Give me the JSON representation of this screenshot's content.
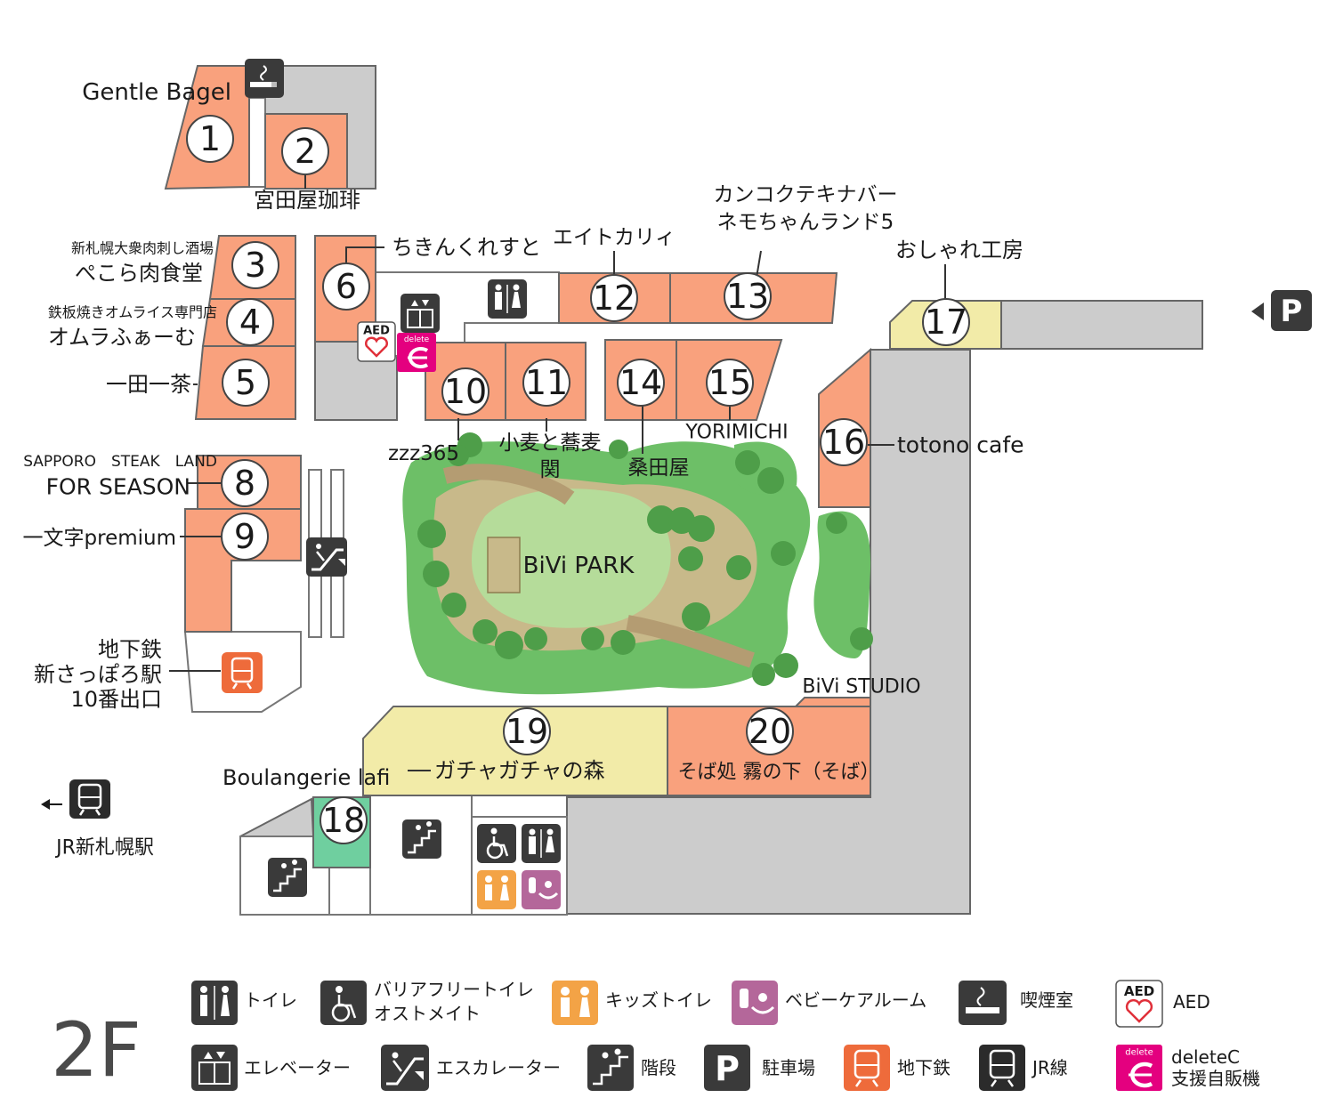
{
  "floor": "2F",
  "park_label": "BiVi PARK",
  "studio_label": "BiVi STUDIO",
  "shops": [
    {
      "num": "1",
      "name": "Gentle Bagel"
    },
    {
      "num": "2",
      "name": "宮田屋珈琲"
    },
    {
      "num": "3",
      "sub": "新札幌大衆肉刺し酒場",
      "name": "ぺこら肉食堂"
    },
    {
      "num": "4",
      "sub": "鉄板焼きオムライス専門店",
      "name": "オムラふぁーむ"
    },
    {
      "num": "5",
      "name": "一田一茶"
    },
    {
      "num": "6",
      "name": "ちきんくれすと"
    },
    {
      "num": "8",
      "sub": "SAPPORO　STEAK　LAND",
      "name": "FOR SEASON"
    },
    {
      "num": "9",
      "name": "一文字premium"
    },
    {
      "num": "10",
      "name": "zzz365"
    },
    {
      "num": "11",
      "name": "小麦と蕎麦",
      "name2": "関"
    },
    {
      "num": "12",
      "name": "エイトカリィ"
    },
    {
      "num": "13",
      "sub": "カンコクテキナバー",
      "name": "ネモちゃんランド5"
    },
    {
      "num": "14",
      "name": "桑田屋"
    },
    {
      "num": "15",
      "name": "YORIMICHI"
    },
    {
      "num": "16",
      "name": "totono cafe"
    },
    {
      "num": "17",
      "name": "おしゃれ工房"
    },
    {
      "num": "18",
      "name": "Boulangerie lafi"
    },
    {
      "num": "19",
      "name": "ガチャガチャの森"
    },
    {
      "num": "20",
      "name": "そば処 霧の下（そば）"
    }
  ],
  "subway_exit": {
    "line1": "地下鉄",
    "line2": "新さっぽろ駅",
    "line3": "10番出口"
  },
  "jr_station": "JR新札幌駅",
  "aed_label": "AED",
  "delete_label": "delete",
  "parking_letter": "P",
  "legend": [
    {
      "icon": "toilet-icon",
      "label": "トイレ"
    },
    {
      "icon": "accessible-toilet-icon",
      "label": "バリアフリートイレ",
      "label2": "オストメイト"
    },
    {
      "icon": "kids-toilet-icon",
      "label": "キッズトイレ"
    },
    {
      "icon": "baby-room-icon",
      "label": "ベビーケアルーム"
    },
    {
      "icon": "smoking-room-icon",
      "label": "喫煙室"
    },
    {
      "icon": "aed-icon",
      "label": "AED"
    },
    {
      "icon": "elevator-icon",
      "label": "エレベーター"
    },
    {
      "icon": "escalator-icon",
      "label": "エスカレーター"
    },
    {
      "icon": "stairs-icon",
      "label": "階段"
    },
    {
      "icon": "parking-icon",
      "label": "駐車場"
    },
    {
      "icon": "subway-icon",
      "label": "地下鉄"
    },
    {
      "icon": "jr-icon",
      "label": "JR線"
    },
    {
      "icon": "deletec-icon",
      "label": "deleteC",
      "label2": "支援自販機"
    }
  ],
  "colors": {
    "shop": "#f9a17d",
    "shop_yellow": "#f2eba8",
    "shop_green": "#6fcf9f",
    "common": "#cccccc",
    "park_outer": "#6dbf67",
    "park_inner": "#9ad38d",
    "lawn": "#b5dc9a",
    "path": "#c8b98a",
    "tree": "#4e9e49",
    "icon_dark": "#3a3a3a",
    "subway": "#ee6b3b",
    "kids": "#f3a346",
    "baby": "#b4679a",
    "deletec": "#e4007f"
  }
}
